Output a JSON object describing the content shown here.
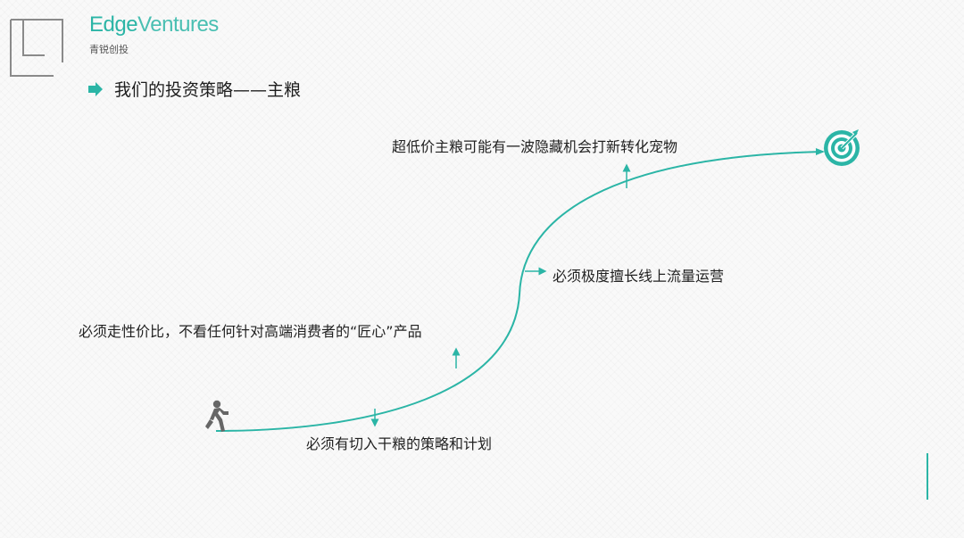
{
  "brand": {
    "name_part1": "Edge",
    "name_part2": "Ventures",
    "subtitle": "青锐创投"
  },
  "header": {
    "title": "我们的投资策略——主粮"
  },
  "colors": {
    "accent": "#2bb5a6",
    "text": "#222222",
    "icon_gray": "#666666"
  },
  "diagram": {
    "start_icon": "running-person-icon",
    "goal_icon": "target-arrow-icon",
    "labels": {
      "step1": "必须有切入干粮的策略和计划",
      "step2": "必须走性价比，不看任何针对高端消费者的“匠心”产品",
      "step3": "必须极度擅长线上流量运营",
      "step4": "超低价主粮可能有一波隐藏机会打新转化宠物"
    }
  }
}
